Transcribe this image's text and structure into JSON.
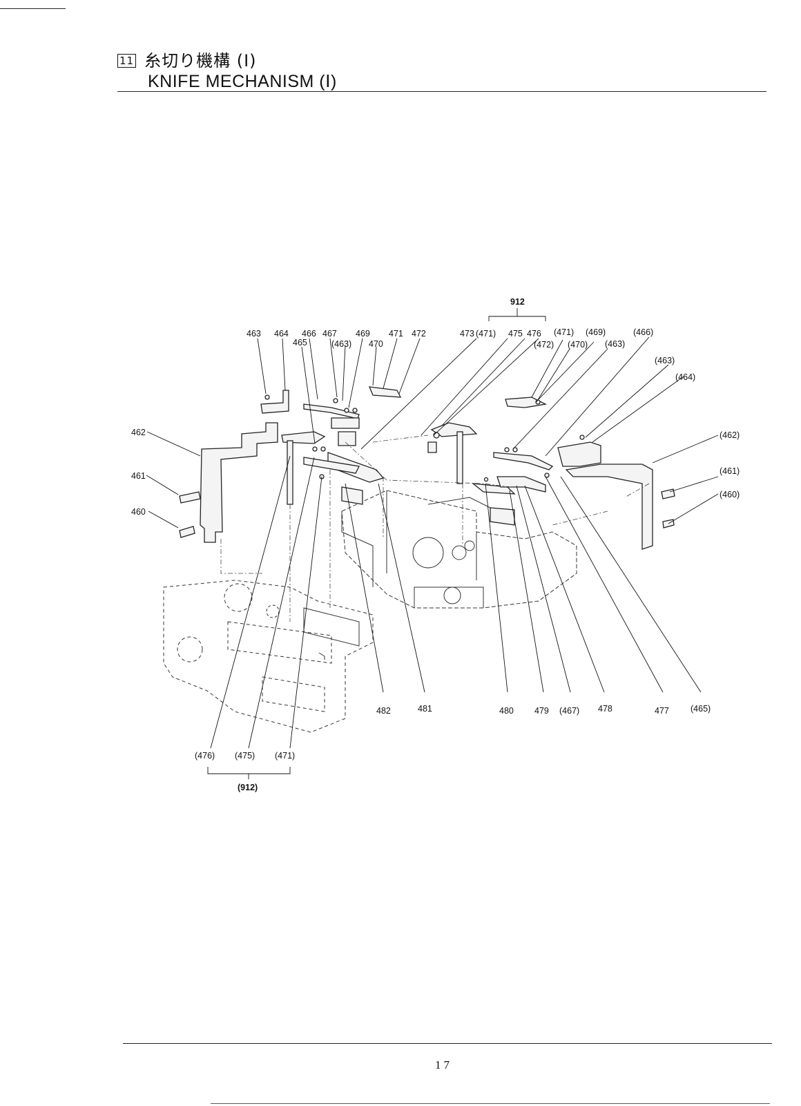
{
  "header": {
    "section_number": "11",
    "title_jp": "糸切り機構 (Ⅰ)",
    "title_en": "KNIFE MECHANISM (Ⅰ)"
  },
  "callouts": {
    "top_group": "912",
    "bottom_group": "(912)",
    "labels": [
      "463",
      "464",
      "466",
      "467",
      "469",
      "471",
      "472",
      "465",
      "(463)",
      "470",
      "473",
      "(471)",
      "475",
      "476",
      "(471)",
      "(469)",
      "(466)",
      "(472)",
      "(470)",
      "(463)",
      "(463)",
      "(464)",
      "462",
      "461",
      "460",
      "(462)",
      "(461)",
      "(460)",
      "482",
      "481",
      "480",
      "479",
      "(467)",
      "478",
      "477",
      "(465)",
      "(476)",
      "(475)",
      "(471)"
    ]
  },
  "footer": {
    "page_number": "17"
  }
}
